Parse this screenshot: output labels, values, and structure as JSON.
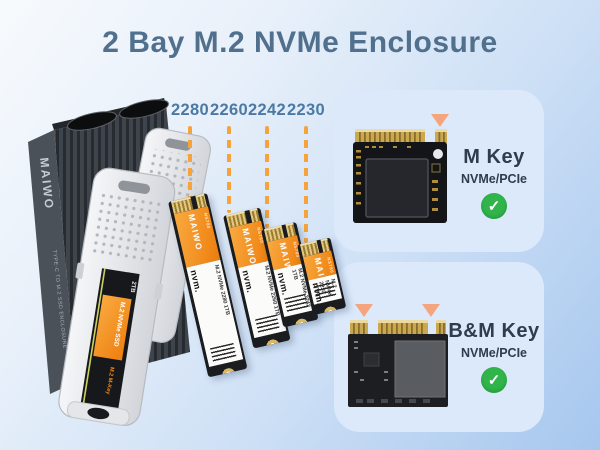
{
  "page": {
    "title": "2 Bay M.2 NVMe Enclosure"
  },
  "size_labels": [
    "2280",
    "2260",
    "2242",
    "2230"
  ],
  "enclosure": {
    "brand": "MAIWO",
    "side_text": "TYPE-C TO M.2 SSD ENCLOSURE",
    "tray_ssd": {
      "capacity": "2TB",
      "line1": "M.2 NVMe SSD",
      "line2": "M.2 M-Key"
    }
  },
  "ssds": [
    {
      "size": "2280",
      "brand": "MAIWO",
      "model": "NS780",
      "wordmark": "nvm.",
      "label": "M.2 NVMe 2280 1TB"
    },
    {
      "size": "2260",
      "brand": "MAIWO",
      "model": "NS780",
      "wordmark": "nvm.",
      "label": "M.2 NVMe 2260 1TB"
    },
    {
      "size": "2242",
      "brand": "MAIWO",
      "model": "NS780",
      "wordmark": "nvm.",
      "label": "M.2 NVMe 2242 1TB"
    },
    {
      "size": "2230",
      "brand": "MAIWO",
      "model": "NS780",
      "wordmark": "nvm.",
      "label": "M.2 NVMe 2230 1TB"
    }
  ],
  "key_cards": [
    {
      "name": "M Key",
      "interface": "NVMe/PCIe",
      "check": "✓"
    },
    {
      "name": "B&M Key",
      "interface": "NVMe/PCIe",
      "check": "✓"
    }
  ],
  "colors": {
    "accent_orange": "#F7A33C",
    "brand_orange": "#F18B1C",
    "check_green": "#31B44B",
    "title_blue": "#51708D",
    "label_blue": "#4C79A4",
    "card_bg": "#DBE9FB",
    "arrow_peach": "#F5A57E"
  }
}
